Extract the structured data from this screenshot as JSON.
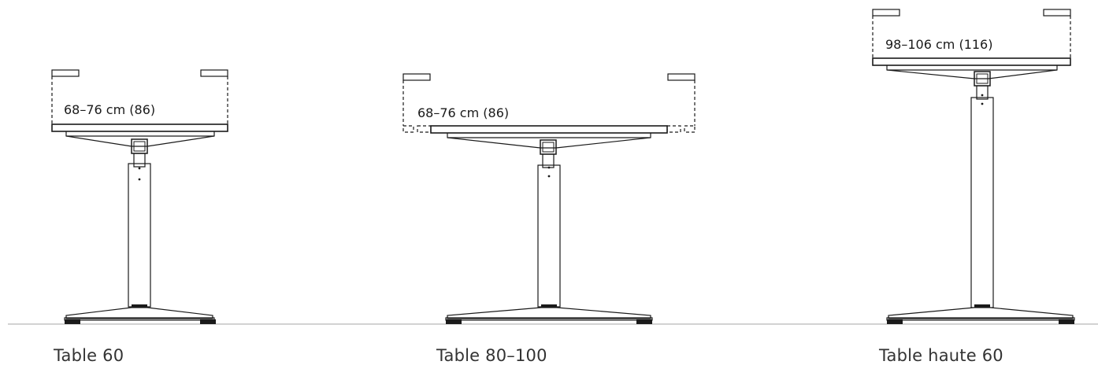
{
  "tables": [
    {
      "name": "Table 60",
      "height_range": "68–76 cm (86)"
    },
    {
      "name": "Table 80–100",
      "height_range": "68–76 cm (86)"
    },
    {
      "name": "Table haute 60",
      "height_range": "98–106 cm (116)"
    }
  ]
}
